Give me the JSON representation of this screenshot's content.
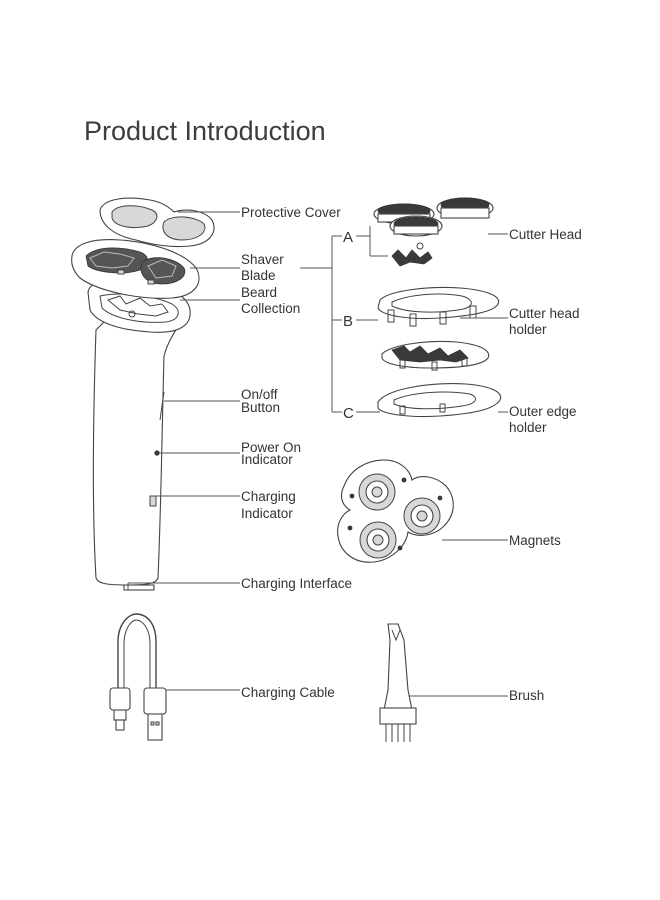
{
  "title": "Product Introduction",
  "labels": {
    "protective_cover": "Protective Cover",
    "shaver_line1": "Shaver",
    "shaver_line2": "Blade",
    "beard_line1": "Beard",
    "beard_line2": "Collection",
    "onoff_line1": "On/off",
    "onoff_line2": "Button",
    "power_line1": "Power On",
    "power_line2": "Indicator",
    "charging_ind_line1": "Charging",
    "charging_ind_line2": "Indicator",
    "charging_interface": "Charging Interface",
    "charging_cable": "Charging Cable",
    "cutter_head": "Cutter Head",
    "cutter_holder_line1": "Cutter head",
    "cutter_holder_line2": "holder",
    "outer_edge_line1": "Outer edge",
    "outer_edge_line2": "holder",
    "magnets": "Magnets",
    "brush": "Brush"
  },
  "group_letters": {
    "a": "A",
    "b": "B",
    "c": "C"
  },
  "icons": [
    "shaver-body-illustration",
    "protective-cover-illustration",
    "shaver-blade-illustration",
    "beard-collection-illustration",
    "cutter-head-illustration",
    "cutter-head-holder-illustration",
    "outer-edge-holder-illustration",
    "magnets-illustration",
    "charging-cable-illustration",
    "brush-illustration"
  ]
}
